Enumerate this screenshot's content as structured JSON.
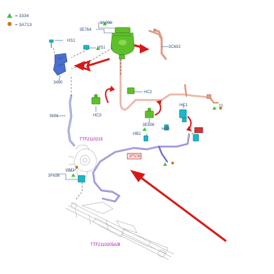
{
  "legend": {
    "triangle_code": "= 3334",
    "circle_code": "= 3A713",
    "triangle_color": "#3cc83c",
    "circle_color": "#c87a1c"
  },
  "labels": {
    "reservoir_3a006": "3A006",
    "reservoir_3e764": "3E764",
    "hs1_a": "HS1",
    "hs1_b": "HS1",
    "hose_3c602": "3C602",
    "bracket_3490": "3490",
    "hc2": "HC2",
    "hc3": "HC3",
    "hc1": "HC1",
    "part_3e506": "3E506",
    "hs2": "HS2",
    "hb1": "HB1",
    "hose_3691": "3691",
    "pump_tt": "TTF2110215",
    "hm1": "HM1",
    "part_3f656": "3F656",
    "highlight_code": "3F508",
    "rack_tt": "TTF2110205A/B"
  },
  "colors": {
    "arrow_red": "#d81818",
    "label_blue": "#2f4f7a",
    "label_magenta": "#b000b0",
    "highlight_border": "#c81818"
  }
}
